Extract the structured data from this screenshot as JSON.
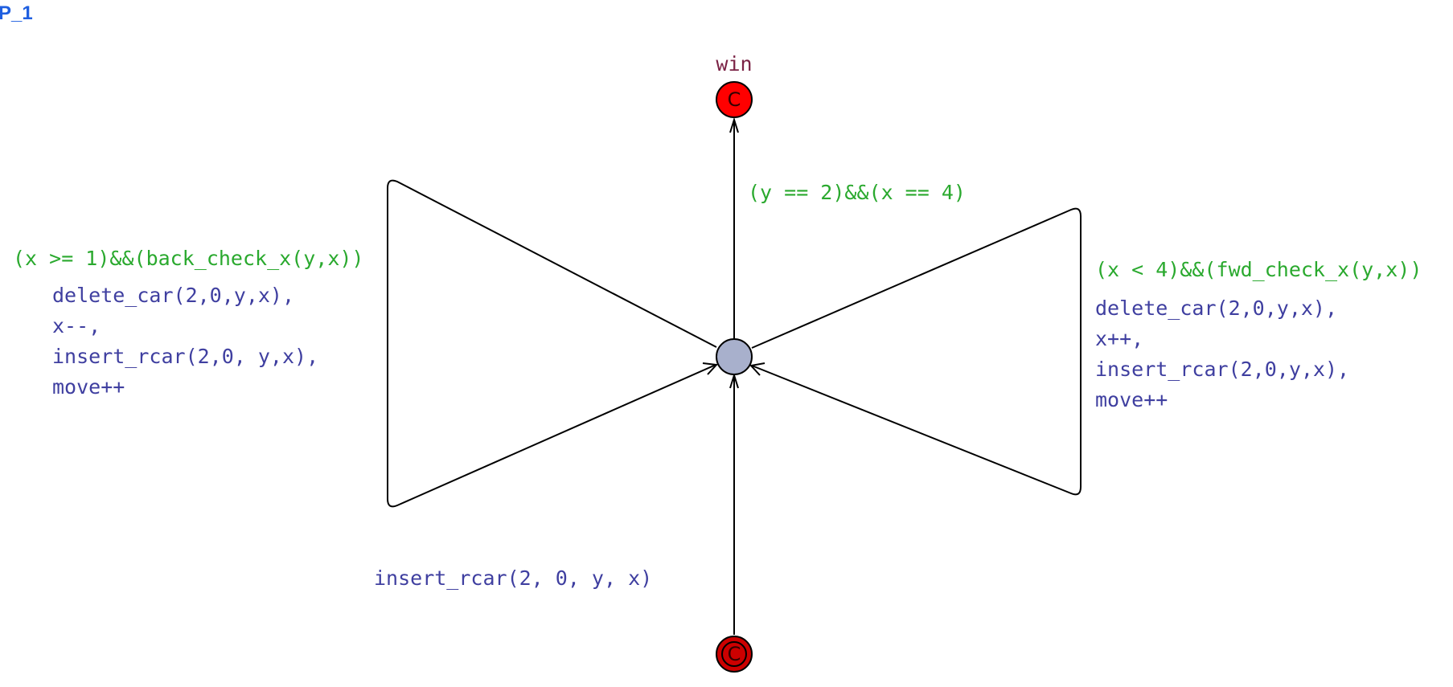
{
  "template": {
    "name": "P_1"
  },
  "locations": {
    "win": {
      "name": "win",
      "mark": "C",
      "color": "#ff0000"
    },
    "center": {
      "color": "#a8b0cc"
    },
    "initial": {
      "mark": "C",
      "color": "#cc0000"
    }
  },
  "edges": {
    "to_win": {
      "guard": "(y == 2)&&(x == 4)"
    },
    "back_loop": {
      "guard": "(x >= 1)&&(back_check_x(y,x))",
      "updates": [
        "delete_car(2,0,y,x),",
        "x--,",
        "insert_rcar(2,0, y,x),",
        "move++"
      ]
    },
    "fwd_loop": {
      "guard": "(x < 4)&&(fwd_check_x(y,x))",
      "updates": [
        "delete_car(2,0,y,x),",
        "x++,",
        "insert_rcar(2,0,y,x),",
        "move++"
      ]
    },
    "init": {
      "update": "insert_rcar(2, 0, y, x)"
    }
  }
}
